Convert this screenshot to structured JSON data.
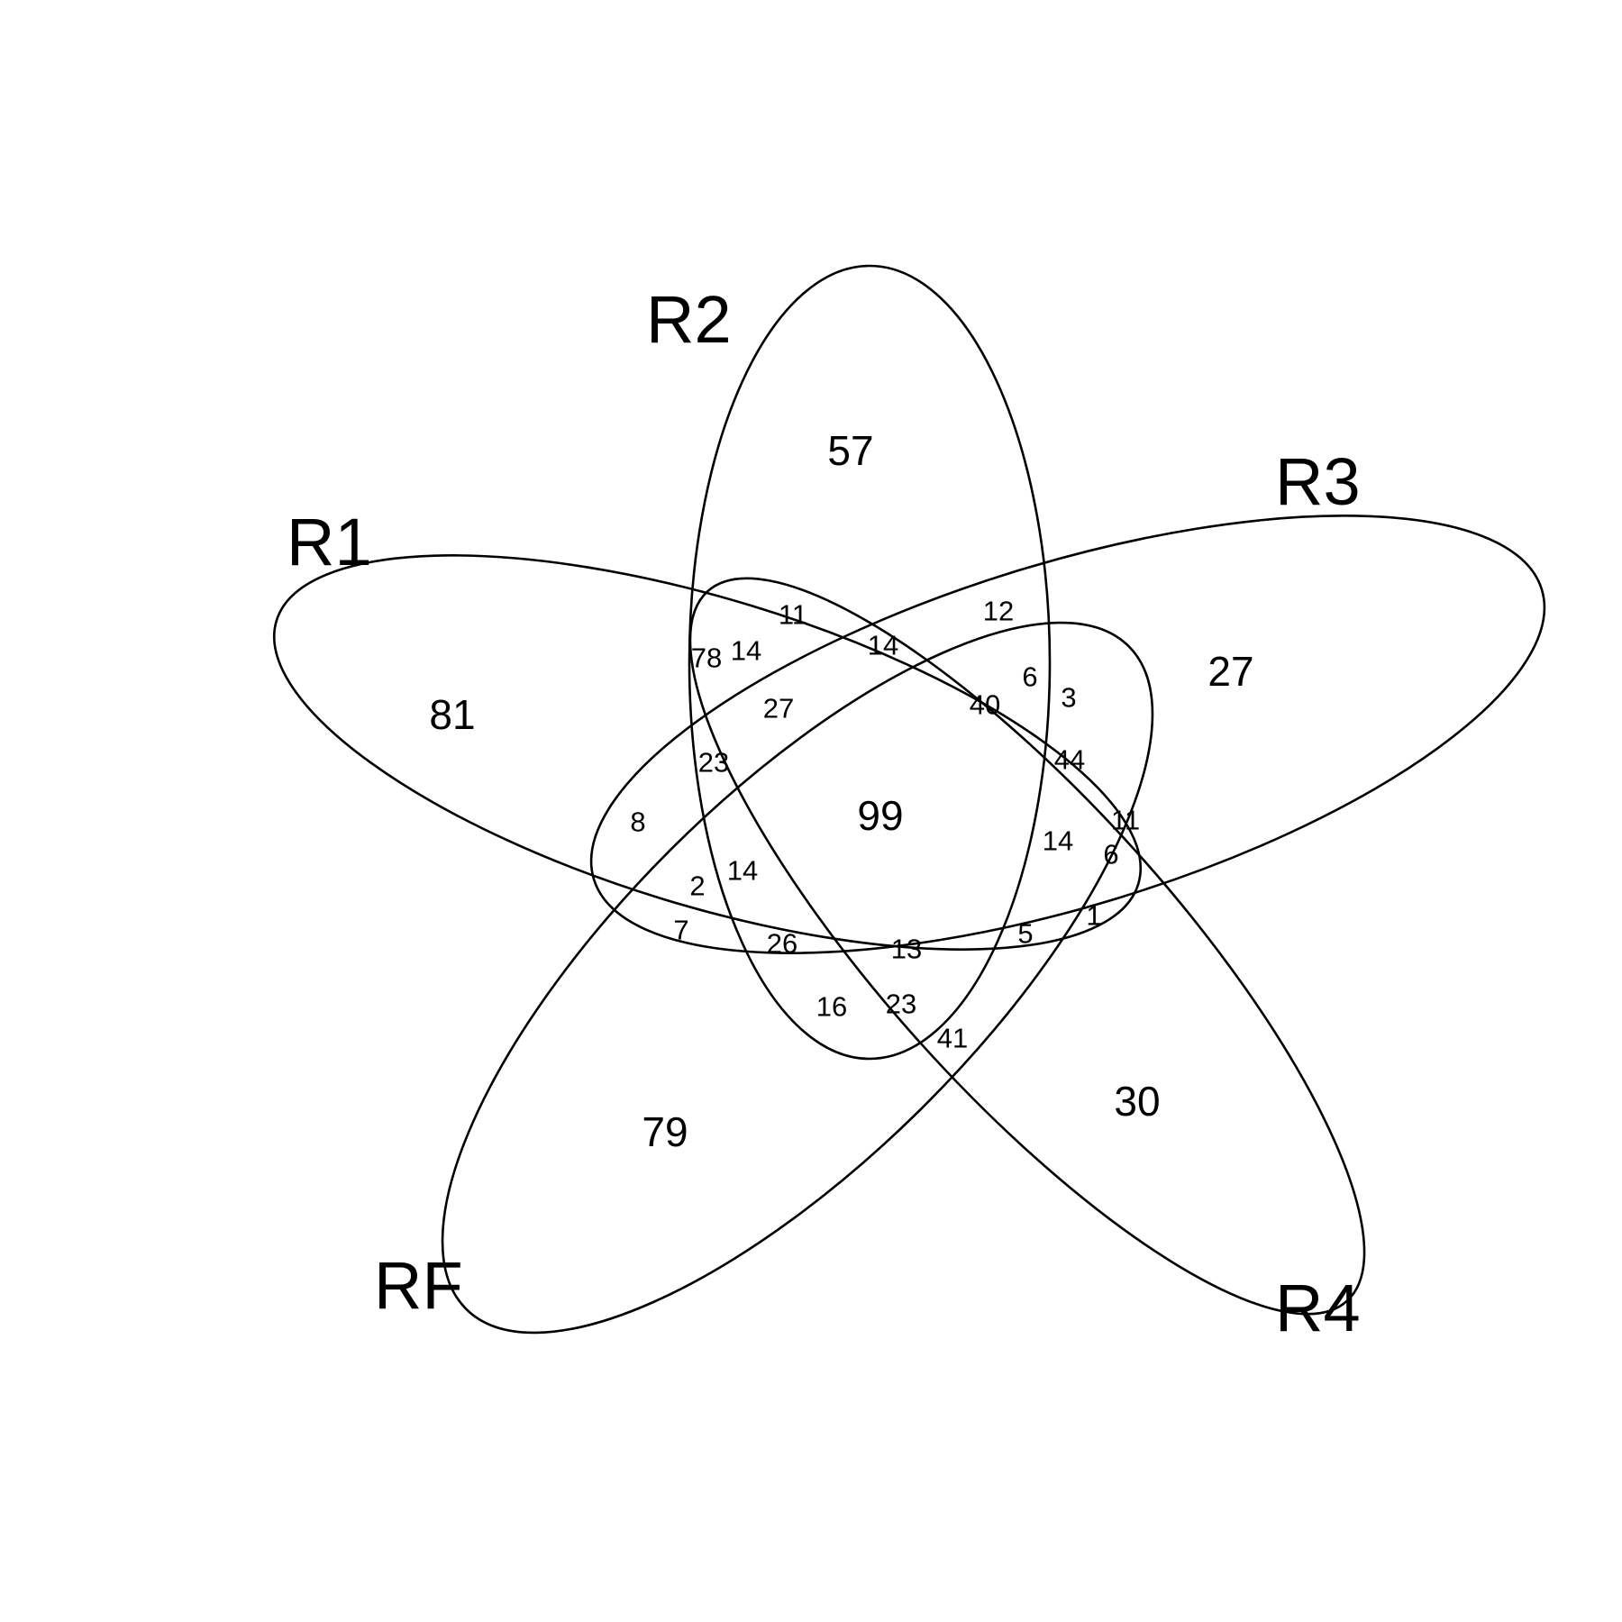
{
  "diagram": {
    "type": "venn",
    "sets": [
      {
        "id": "r1",
        "label": "R1"
      },
      {
        "id": "r2",
        "label": "R2"
      },
      {
        "id": "r3",
        "label": "R3"
      },
      {
        "id": "r4",
        "label": "R4"
      },
      {
        "id": "rf",
        "label": "RF"
      }
    ],
    "regions": [
      {
        "id": "r1-only",
        "value": "81"
      },
      {
        "id": "r2-only",
        "value": "57"
      },
      {
        "id": "r3-only",
        "value": "27"
      },
      {
        "id": "r4-only",
        "value": "30"
      },
      {
        "id": "rf-only",
        "value": "79"
      },
      {
        "id": "all-five",
        "value": "99"
      },
      {
        "id": "a",
        "value": "11"
      },
      {
        "id": "b",
        "value": "12"
      },
      {
        "id": "c",
        "value": "14"
      },
      {
        "id": "d",
        "value": "78"
      },
      {
        "id": "e",
        "value": "14"
      },
      {
        "id": "f",
        "value": "6"
      },
      {
        "id": "g",
        "value": "3"
      },
      {
        "id": "h",
        "value": "27"
      },
      {
        "id": "i",
        "value": "40"
      },
      {
        "id": "j",
        "value": "23"
      },
      {
        "id": "k",
        "value": "44"
      },
      {
        "id": "l",
        "value": "8"
      },
      {
        "id": "m",
        "value": "11"
      },
      {
        "id": "n",
        "value": "14"
      },
      {
        "id": "o",
        "value": "6"
      },
      {
        "id": "p",
        "value": "2"
      },
      {
        "id": "q",
        "value": "14"
      },
      {
        "id": "r",
        "value": "1"
      },
      {
        "id": "s",
        "value": "7"
      },
      {
        "id": "t",
        "value": "26"
      },
      {
        "id": "u",
        "value": "13"
      },
      {
        "id": "v",
        "value": "5"
      },
      {
        "id": "w",
        "value": "16"
      },
      {
        "id": "x",
        "value": "23"
      },
      {
        "id": "y",
        "value": "41"
      }
    ]
  }
}
